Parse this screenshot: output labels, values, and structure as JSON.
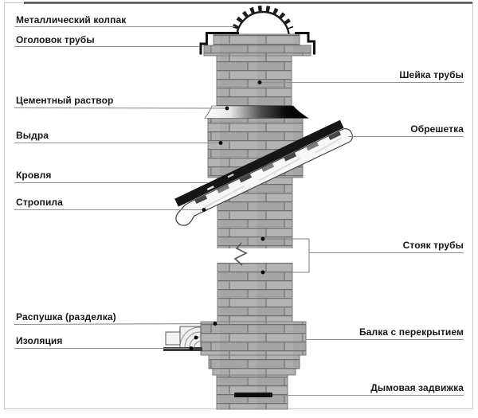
{
  "labels": {
    "left": [
      {
        "text": "Металлический колпак"
      },
      {
        "text": "Оголовок трубы"
      },
      {
        "text": "Цементный раствор"
      },
      {
        "text": "Выдра"
      },
      {
        "text": "Кровля"
      },
      {
        "text": "Стропила"
      },
      {
        "text": "Распушка (разделка)"
      },
      {
        "text": "Изоляция"
      }
    ],
    "right": [
      {
        "text": "Шейка трубы"
      },
      {
        "text": "Обрешетка"
      },
      {
        "text": "Стояк трубы"
      },
      {
        "text": "Балка с перекрытием"
      },
      {
        "text": "Дымовая задвижка"
      }
    ]
  },
  "colors": {
    "brick": "#acacac",
    "mortar_joint": "#6e6e6e",
    "leader_line": "#8f8f8f",
    "text": "#161616",
    "roof_black": "#161616",
    "frame": "#c9c9c9"
  }
}
